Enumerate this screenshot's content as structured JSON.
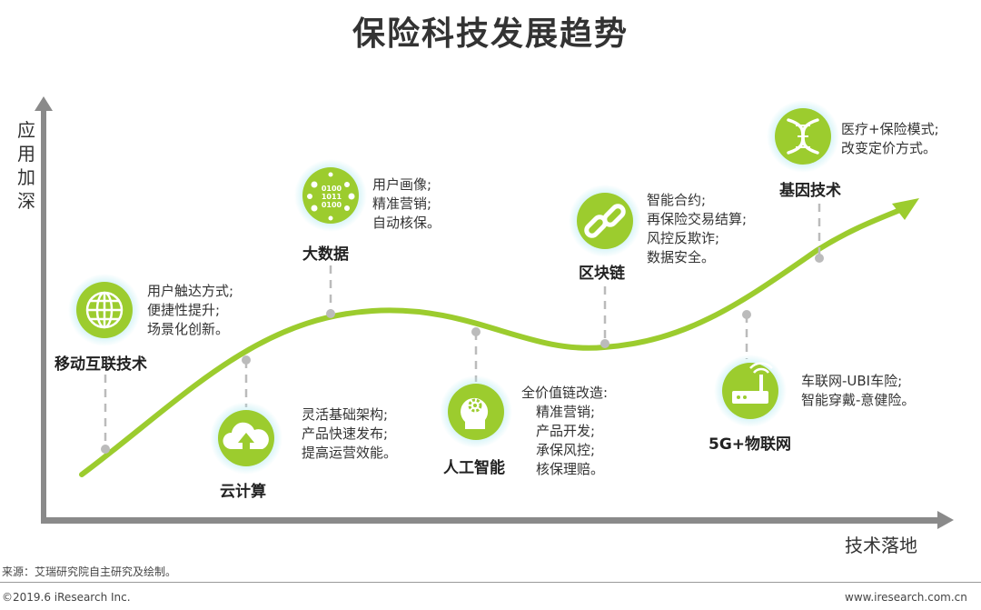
{
  "title": "保险科技发展趋势",
  "y_axis_label": "应用加深",
  "x_axis_label": "技术落地",
  "colors": {
    "curve": "#9ccc2e",
    "icon": "#9ccc2e",
    "glow": "#b8ecf2",
    "axis": "#8a8a8a",
    "dash": "#bbbbbb"
  },
  "nodes": [
    {
      "label": "移动互联技术",
      "icon": "globe-icon",
      "desc": [
        "用户触达方式;",
        "便捷性提升;",
        "场景化创新。"
      ]
    },
    {
      "label": "云计算",
      "icon": "cloud-upload-icon",
      "desc": [
        "灵活基础架构;",
        "产品快速发布;",
        "提高运营效能。"
      ]
    },
    {
      "label": "大数据",
      "icon": "binary-data-icon",
      "desc": [
        "用户画像;",
        "精准营销;",
        "自动核保。"
      ]
    },
    {
      "label": "人工智能",
      "icon": "head-gear-icon",
      "desc_title": "全价值链改造:",
      "desc": [
        "精准营销;",
        "产品开发;",
        "承保风控;",
        "核保理赔。"
      ]
    },
    {
      "label": "区块链",
      "icon": "chain-link-icon",
      "desc": [
        "智能合约;",
        "再保险交易结算;",
        "风控反欺诈;",
        "数据安全。"
      ]
    },
    {
      "label": "5G+物联网",
      "icon": "router-icon",
      "desc": [
        "车联网-UBI车险;",
        "智能穿戴-意健险。"
      ]
    },
    {
      "label": "基因技术",
      "icon": "dna-icon",
      "desc": [
        "医疗+保险模式;",
        "改变定价方式。"
      ]
    }
  ],
  "footer": {
    "source": "来源：艾瑞研究院自主研究及绘制。",
    "copyright": "©2019.6 iResearch Inc.",
    "website": "www.iresearch.com.cn"
  }
}
